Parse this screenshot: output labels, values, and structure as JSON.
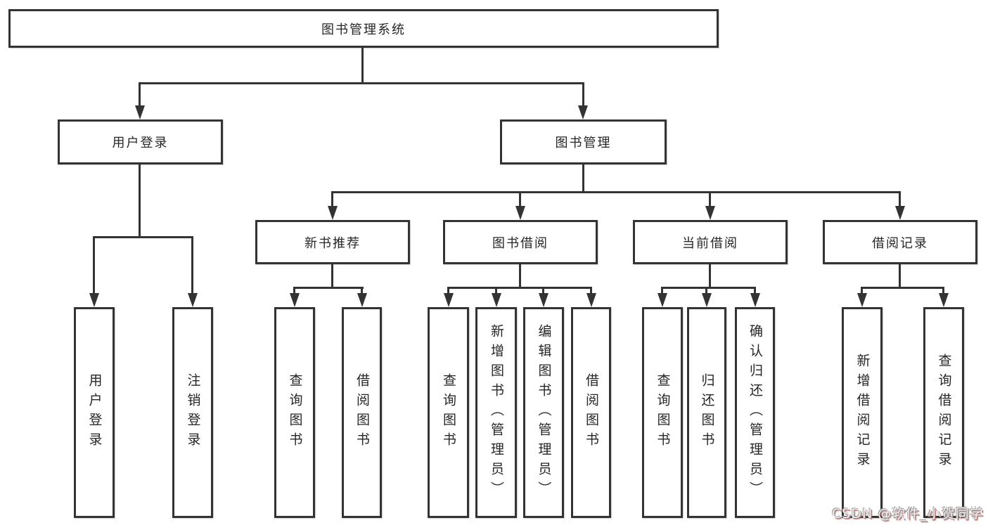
{
  "diagram": {
    "root": {
      "label": "图书管理系统"
    },
    "level2": {
      "user_login": {
        "label": "用户登录"
      },
      "book_mgmt": {
        "label": "图书管理"
      }
    },
    "level3": {
      "new_books": {
        "label": "新书推荐"
      },
      "book_borrow": {
        "label": "图书借阅"
      },
      "current_borrow": {
        "label": "当前借阅"
      },
      "borrow_records": {
        "label": "借阅记录"
      }
    },
    "leaves": {
      "user_login_leaf": "用户登录",
      "logout_leaf": "注销登录",
      "nb_query_books": "查询图书",
      "nb_borrow_books": "借阅图书",
      "bb_query_books": "查询图书",
      "bb_add_books": "新增图书（管理员）",
      "bb_edit_books": "编辑图书（管理员）",
      "bb_borrow_books": "借阅图书",
      "cb_query_books": "查询图书",
      "cb_return_books": "归还图书",
      "cb_confirm_return": "确认归还（管理员）",
      "br_add_record": "新增借阅记录",
      "br_query_record": "查询借阅记录"
    }
  },
  "watermark": {
    "text": "CSDN @软件_小贺同学"
  },
  "colors": {
    "line": "#333333",
    "text": "#262626",
    "background": "#ffffff",
    "watermark_body": "#f2f0ee",
    "watermark_shadow": "#c94f4e"
  }
}
